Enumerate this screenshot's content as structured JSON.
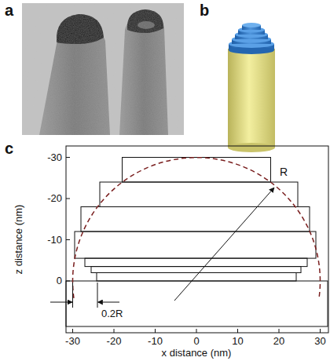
{
  "diagram": {
    "labels": [
      "a",
      "b",
      "c",
      "-30",
      "-20",
      "-10",
      "0",
      "z distance (nm)",
      "R",
      "0.2R",
      "-30",
      "-20",
      "-10",
      "0",
      "10",
      "20",
      "30",
      "x distance (nm)"
    ]
  }
}
